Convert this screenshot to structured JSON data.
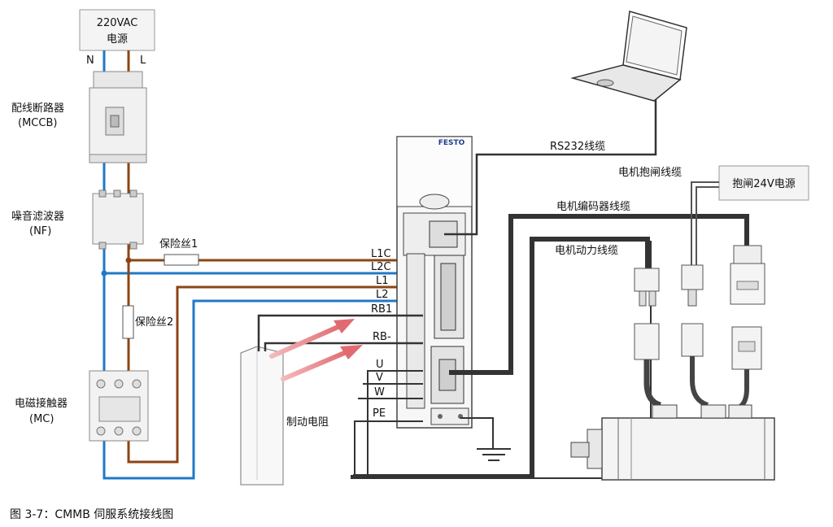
{
  "power_source": {
    "line1": "220VAC",
    "line2": "电源"
  },
  "phase_labels": {
    "neutral": "N",
    "live": "L"
  },
  "components": {
    "mccb": {
      "name": "配线断路器",
      "code": "(MCCB)"
    },
    "nf": {
      "name": "噪音滤波器",
      "code": "(NF)"
    },
    "mc": {
      "name": "电磁接触器",
      "code": "(MC)"
    }
  },
  "fuses": {
    "fuse1": "保险丝1",
    "fuse2": "保险丝2"
  },
  "terminals": [
    "L1C",
    "L2C",
    "L1",
    "L2",
    "RB1",
    "RB-",
    "U",
    "V",
    "W",
    "PE"
  ],
  "drive_brand": "FESTO",
  "cables": {
    "rs232": "RS232线缆",
    "brake": "电机抱闸线缆",
    "encoder": "电机编码器线缆",
    "power": "电机动力线缆"
  },
  "brake_supply": "抱闸24V电源",
  "brake_resistor": "制动电阻",
  "caption": "图 3-7：CMMB 伺服系统接线图",
  "colors": {
    "brown": "#8B4513",
    "blue": "#1f78c8",
    "dark": "#333333",
    "arrow": "#e8878a"
  }
}
